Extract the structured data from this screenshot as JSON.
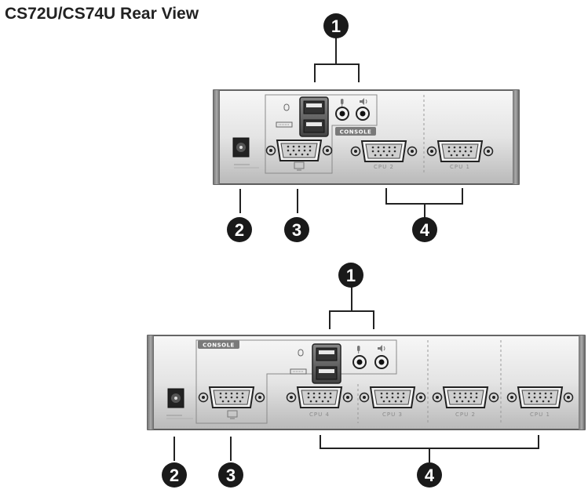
{
  "title": "CS72U/CS74U Rear View",
  "top_panel": {
    "console_label": "CONSOLE",
    "cpu_ports": [
      "CPU 2",
      "CPU 1"
    ],
    "callouts": [
      "1",
      "2",
      "3",
      "4"
    ]
  },
  "bottom_panel": {
    "console_label": "CONSOLE",
    "cpu_ports": [
      "CPU 4",
      "CPU 3",
      "CPU 2",
      "CPU 1"
    ],
    "callouts": [
      "1",
      "2",
      "3",
      "4"
    ]
  },
  "colors": {
    "panel_face": "#e4e4e4",
    "panel_dark": "#555555",
    "callout_fill": "#1a1a1a",
    "console_tab": "#7a7a7a"
  },
  "icons": [
    "mouse-icon",
    "keyboard-icon",
    "microphone-icon",
    "speaker-icon",
    "monitor-icon",
    "power-icon"
  ]
}
